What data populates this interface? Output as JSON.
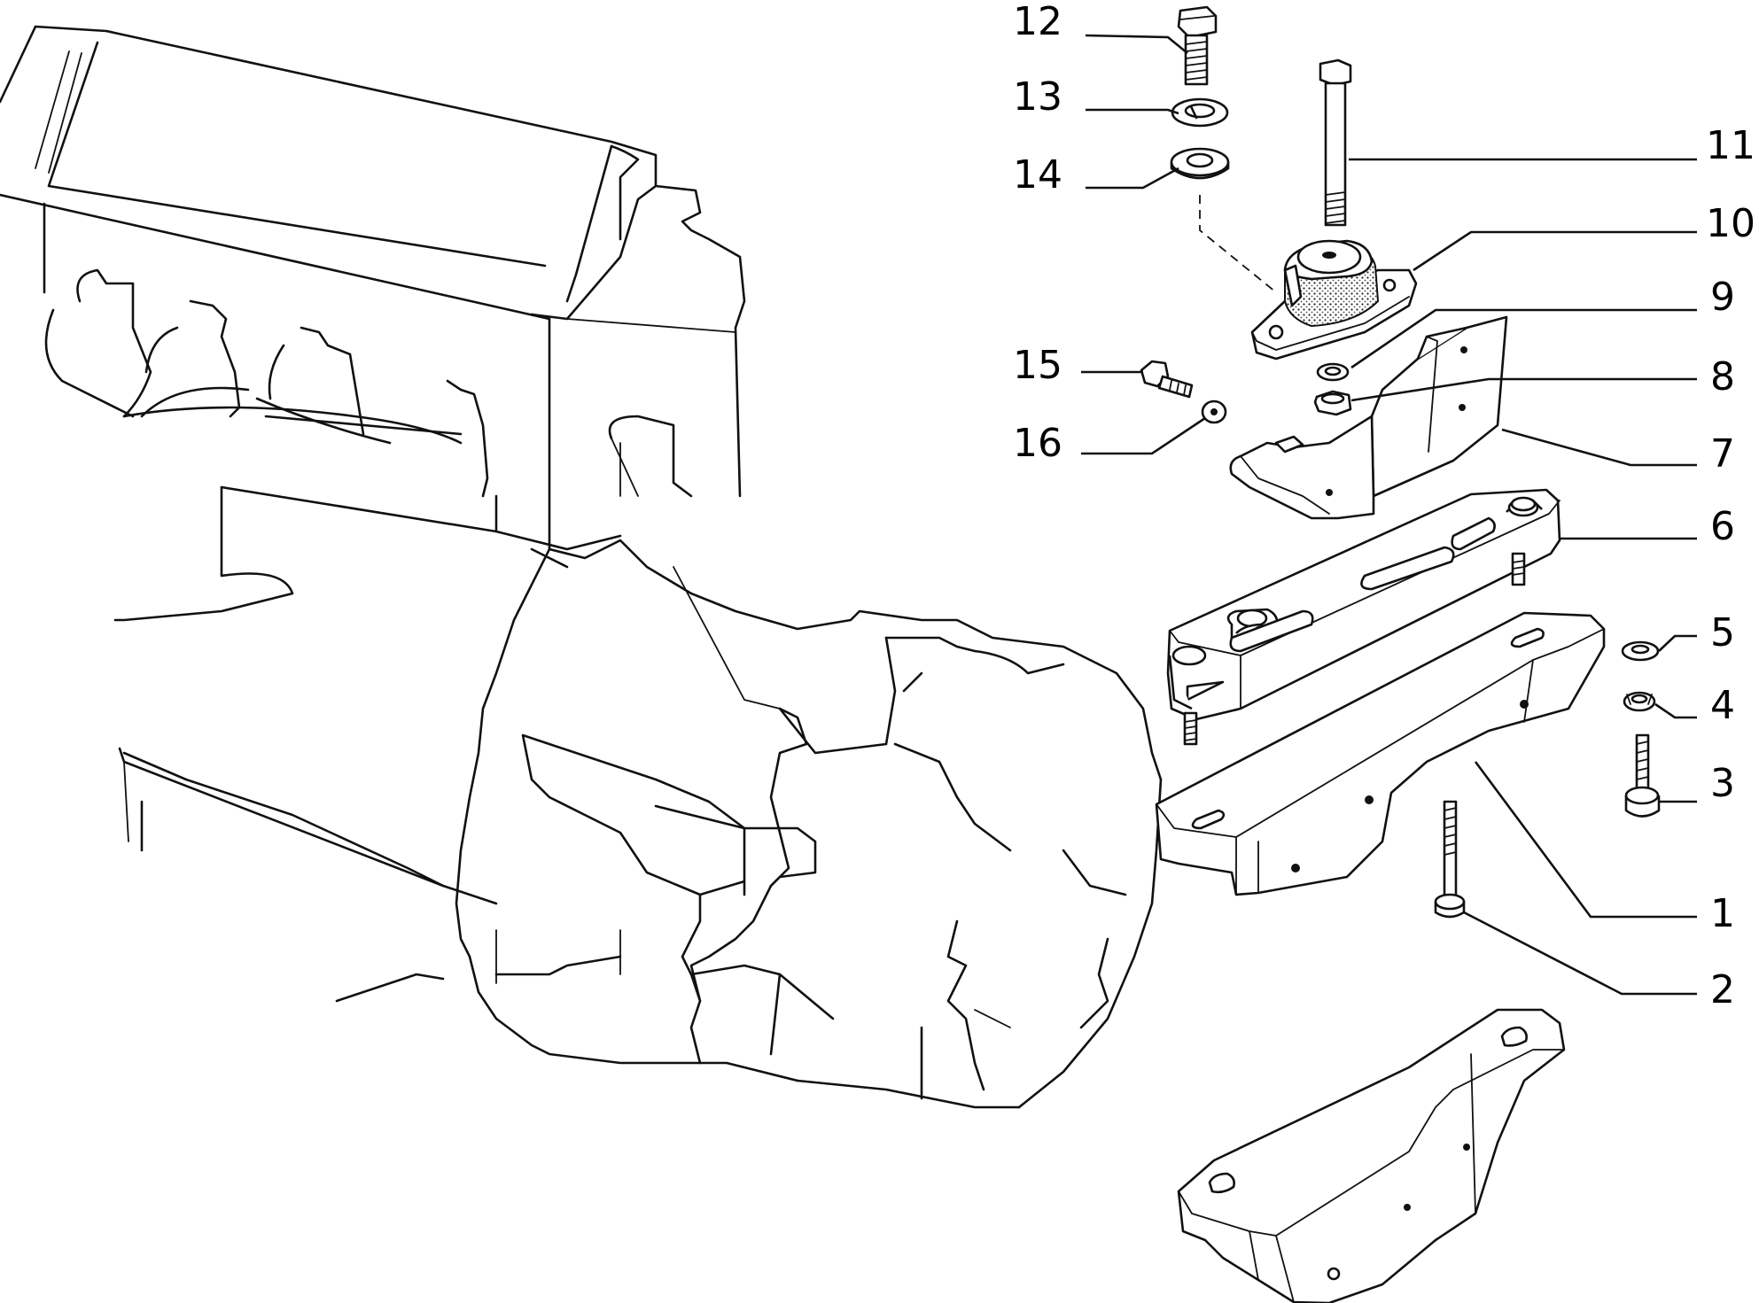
{
  "callouts": [
    {
      "id": 1,
      "label": "1"
    },
    {
      "id": 2,
      "label": "2"
    },
    {
      "id": 3,
      "label": "3"
    },
    {
      "id": 4,
      "label": "4"
    },
    {
      "id": 5,
      "label": "5"
    },
    {
      "id": 6,
      "label": "6"
    },
    {
      "id": 7,
      "label": "7"
    },
    {
      "id": 8,
      "label": "8"
    },
    {
      "id": 9,
      "label": "9"
    },
    {
      "id": 10,
      "label": "10"
    },
    {
      "id": 11,
      "label": "11"
    },
    {
      "id": 12,
      "label": "12"
    },
    {
      "id": 13,
      "label": "13"
    },
    {
      "id": 14,
      "label": "14"
    },
    {
      "id": 15,
      "label": "15"
    },
    {
      "id": 16,
      "label": "16"
    }
  ]
}
